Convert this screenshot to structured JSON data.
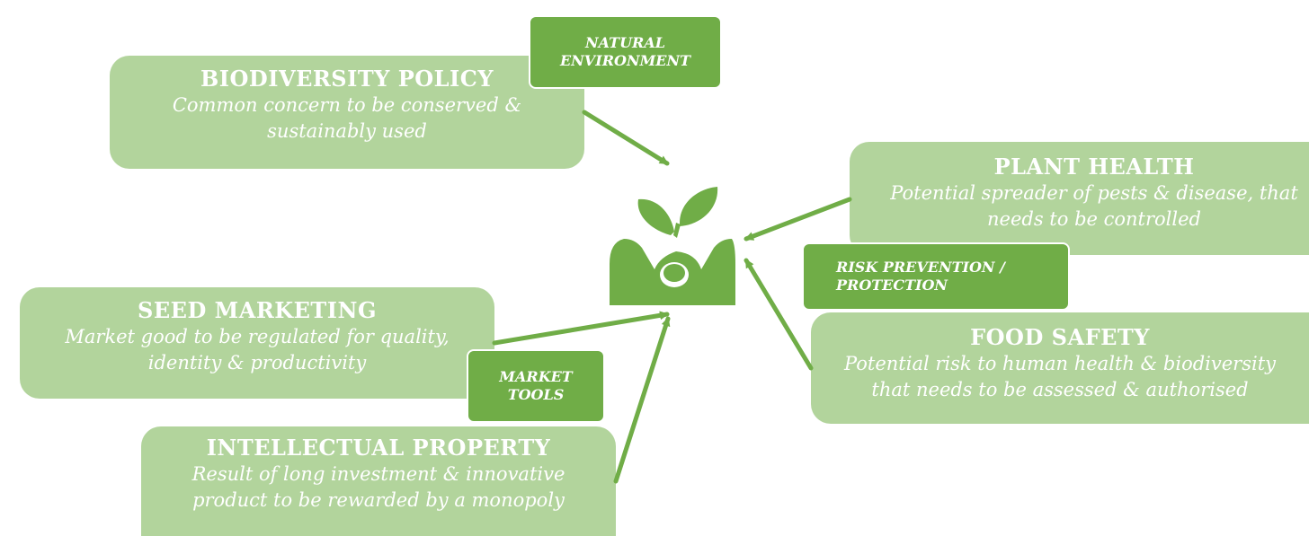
{
  "colors": {
    "box_fill": "#b2d49c",
    "tag_fill": "#70ad47",
    "arrow": "#70ad47",
    "text": "#ffffff"
  },
  "center_icon": "sprout-in-soil-icon",
  "boxes": {
    "biodiversity": {
      "title": "BIODIVERSITY POLICY",
      "line1": "Common concern to be conserved &",
      "line2": "sustainably used"
    },
    "plant_health": {
      "title": "PLANT HEALTH",
      "line1": "Potential spreader of pests & disease, that",
      "line2": "needs to be controlled"
    },
    "seed_marketing": {
      "title": "SEED MARKETING",
      "line1": "Market good to be regulated for quality,",
      "line2": "identity & productivity"
    },
    "food_safety": {
      "title": "FOOD SAFETY",
      "line1": "Potential risk to human health & biodiversity",
      "line2": "that needs to be assessed & authorised"
    },
    "intellectual_property": {
      "title": "INTELLECTUAL PROPERTY",
      "line1": "Result of long investment & innovative",
      "line2": "product to be rewarded by a monopoly"
    }
  },
  "tags": {
    "natural_environment": {
      "line1": "NATURAL",
      "line2": "ENVIRONMENT"
    },
    "risk_prevention": {
      "line1": "RISK PREVENTION /",
      "line2": "PROTECTION"
    },
    "market_tools": {
      "line1": "MARKET",
      "line2": "TOOLS"
    }
  }
}
